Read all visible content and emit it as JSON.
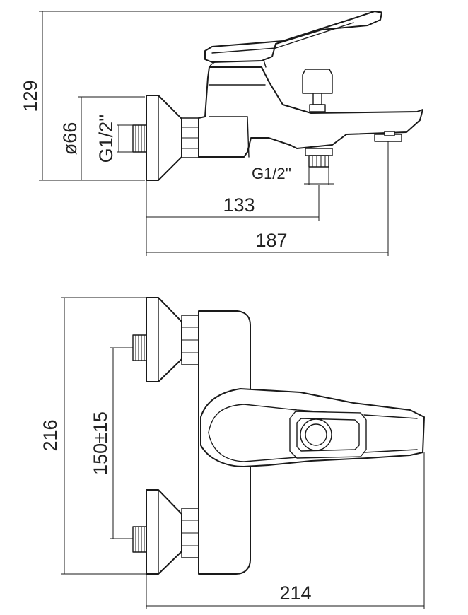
{
  "side_view": {
    "height_label": "129",
    "diameter_label": "ø66",
    "inlet_thread_label": "G1/2''",
    "outlet_thread_label": "G1/2''",
    "outlet_distance_label": "133",
    "overall_depth_label": "187"
  },
  "front_view": {
    "overall_height_label": "216",
    "centers_label": "150±15",
    "overall_width_label": "214"
  }
}
